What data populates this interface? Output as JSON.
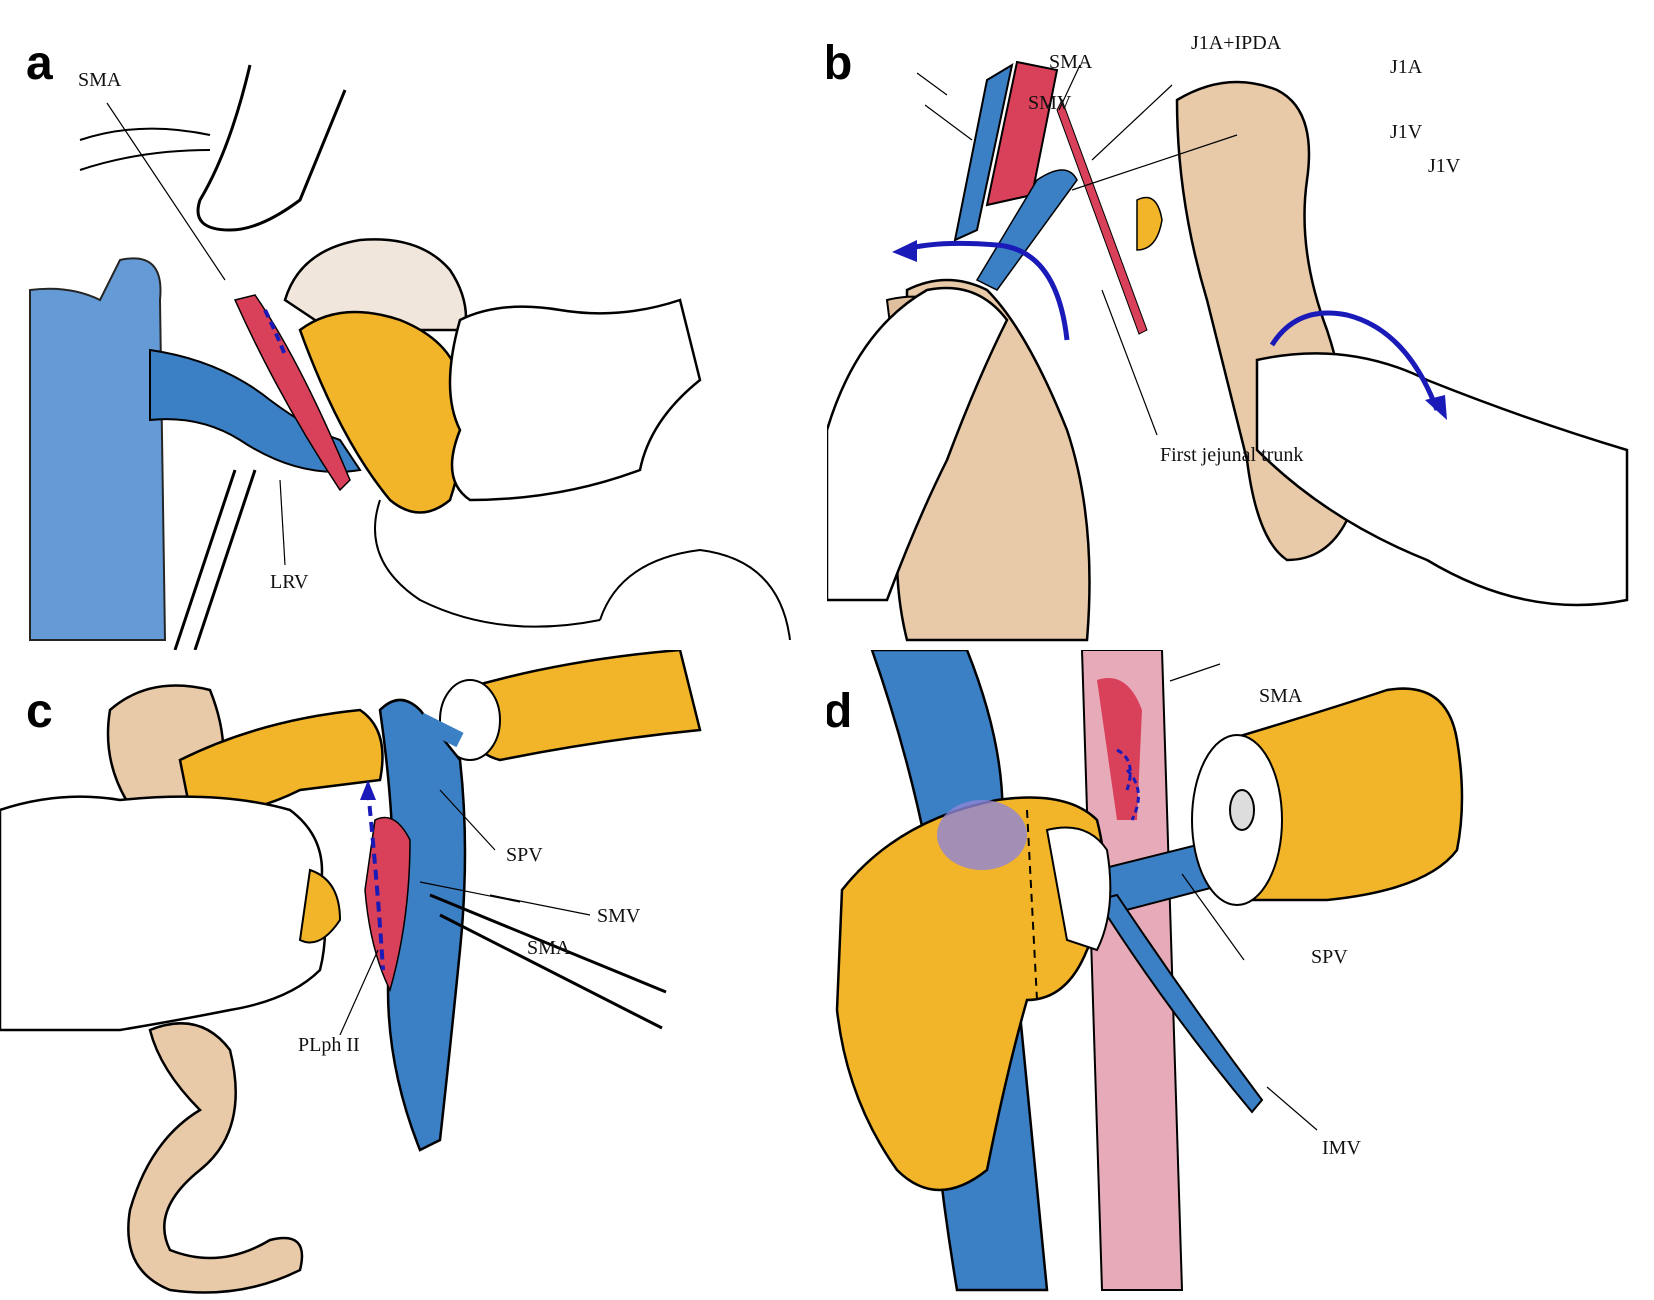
{
  "figure": {
    "panels": [
      {
        "letter": "a",
        "labels": {
          "sma": "SMA",
          "lrv": "LRV"
        }
      },
      {
        "letter": "b",
        "labels": {
          "sma": "SMA",
          "smv": "SMV",
          "j1a_ipda": "J1A+IPDA",
          "j1a": "J1A",
          "j1v_1": "J1V",
          "j1v_2": "J1V",
          "first_jejunal_trunk": "First jejunal trunk"
        }
      },
      {
        "letter": "c",
        "labels": {
          "spv": "SPV",
          "smv": "SMV",
          "sma": "SMA",
          "plph": "PLph II"
        }
      },
      {
        "letter": "d",
        "labels": {
          "sma": "SMA",
          "spv": "SPV",
          "imv": "IMV"
        }
      }
    ],
    "colors": {
      "vein_blue": "#3b7fc4",
      "artery_red": "#d9405a",
      "pancreas_yellow": "#f2b428",
      "bowel_tan": "#e8c9a8",
      "arrow_blue": "#1a1ab8"
    }
  }
}
